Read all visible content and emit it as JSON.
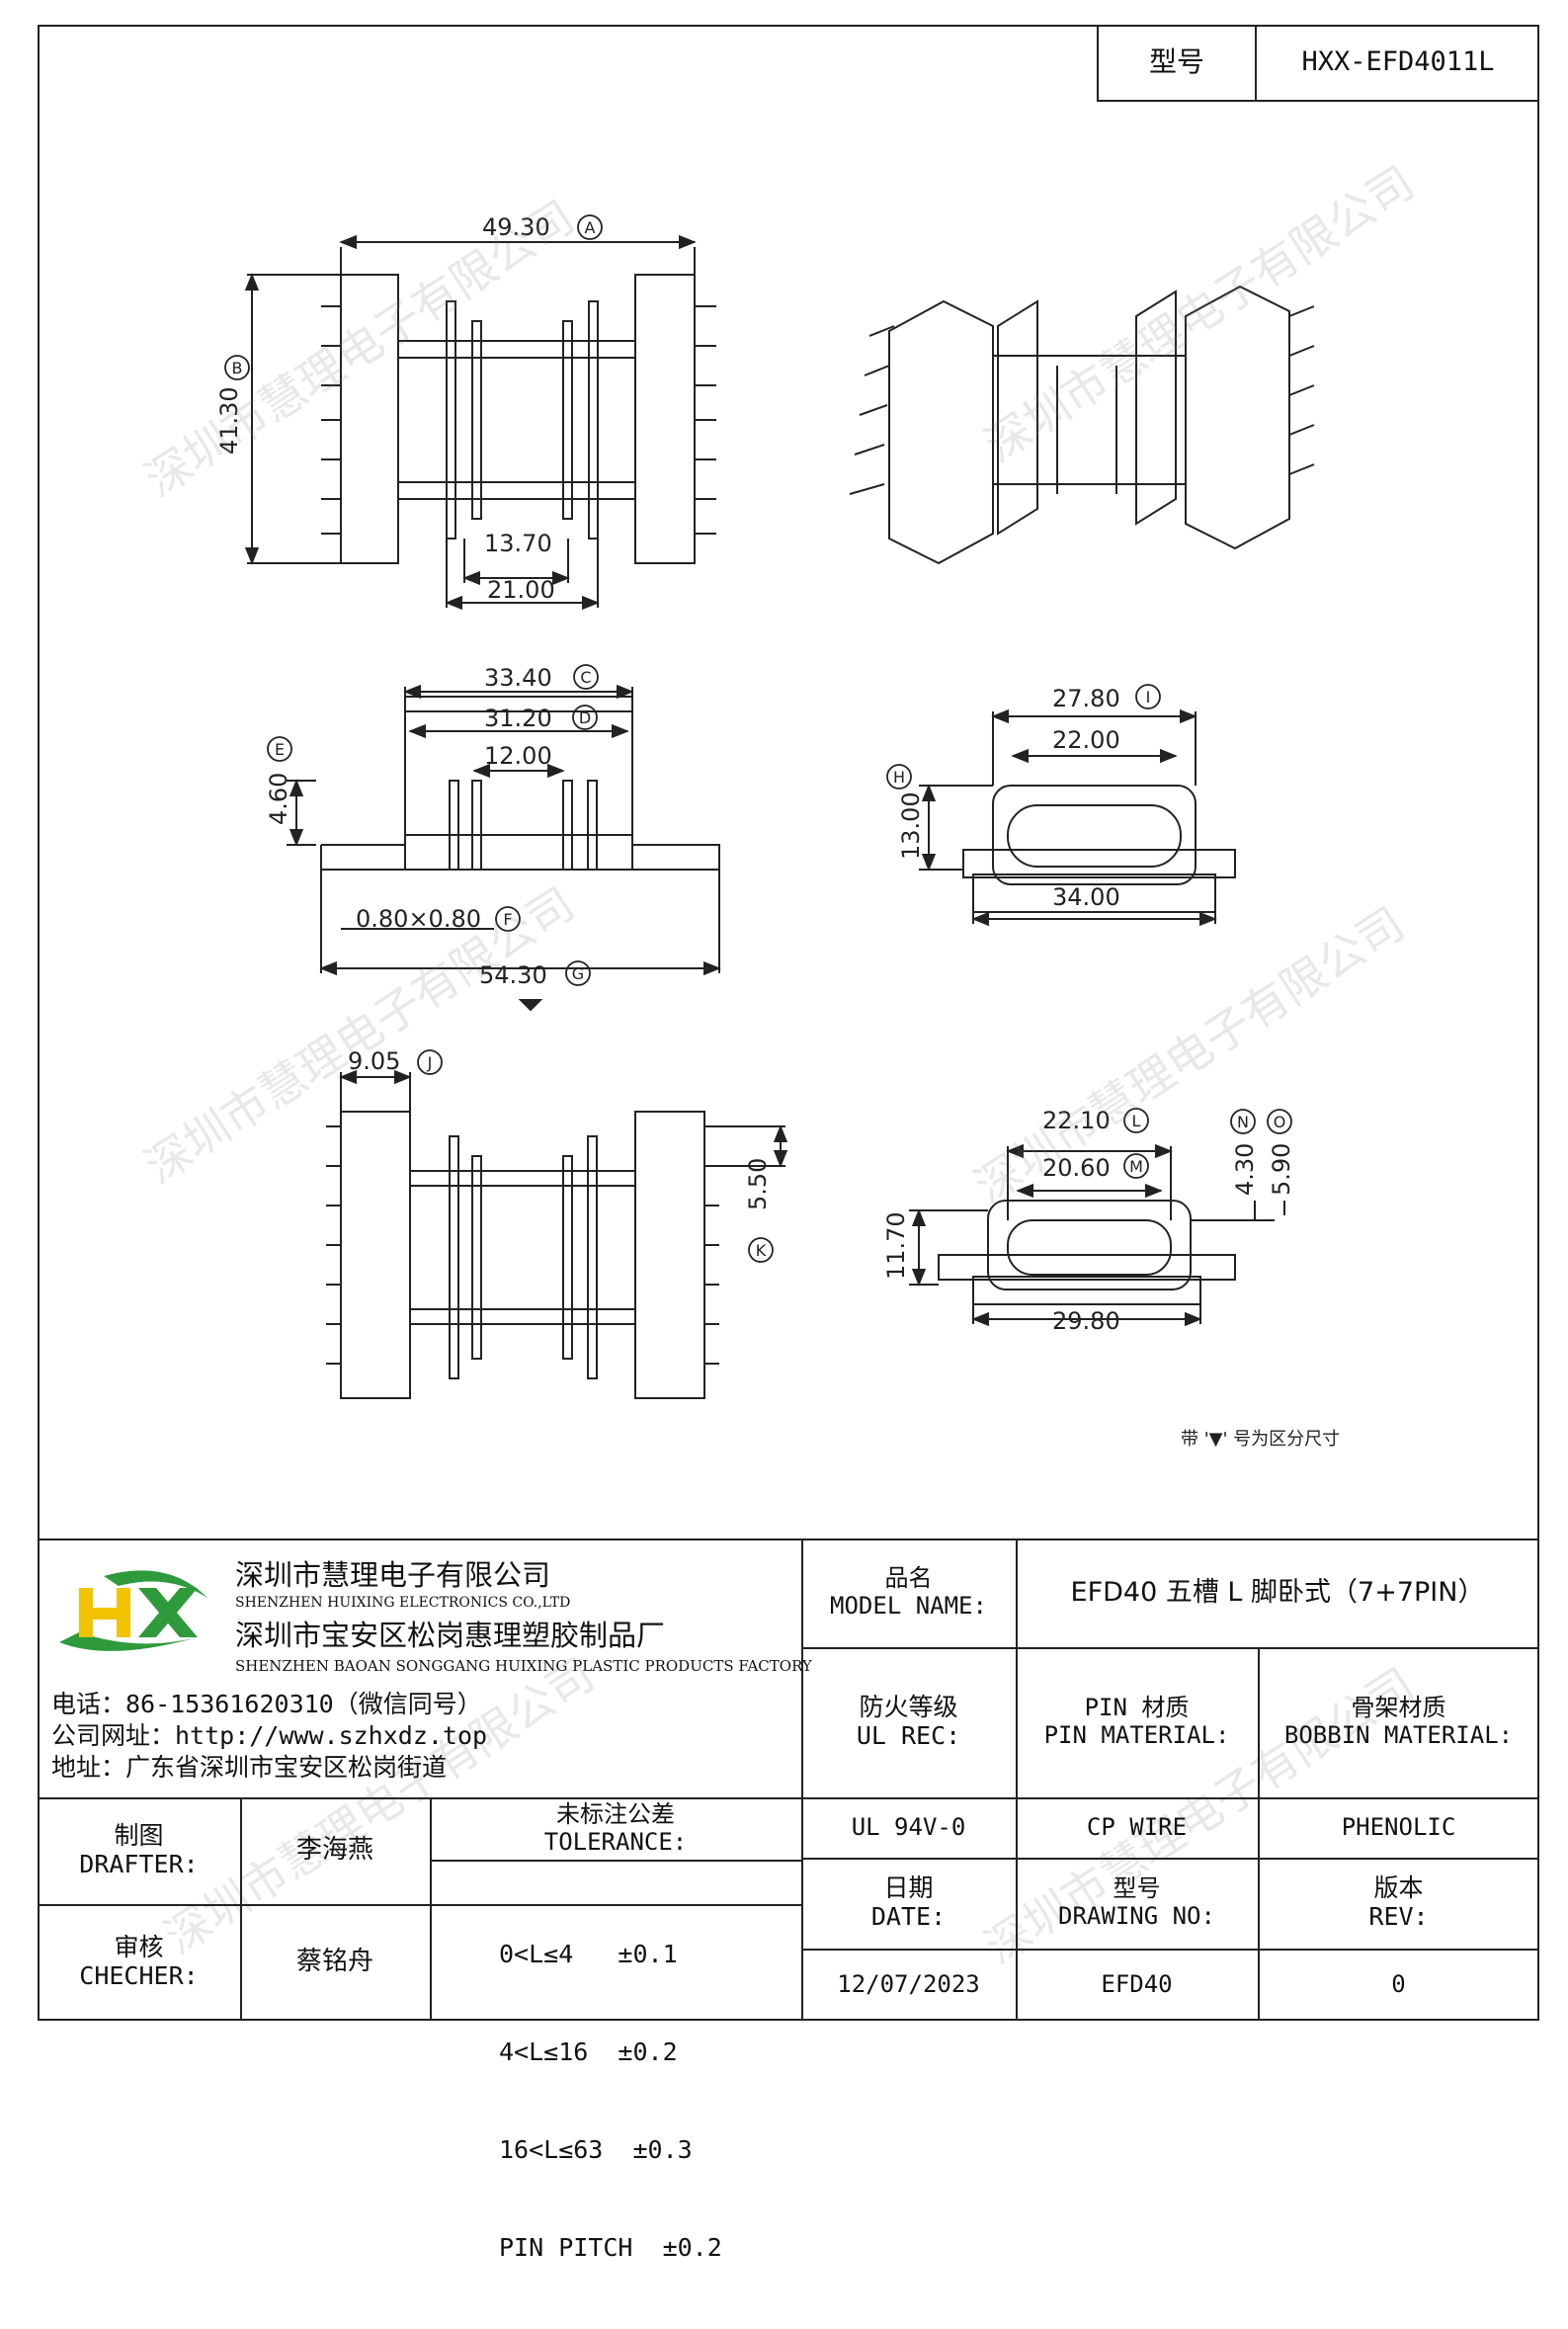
{
  "model_box": {
    "label": "型号",
    "value": "HXX-EFD4011L"
  },
  "dimensions": {
    "A": "49.30",
    "B": "41.30",
    "C": "33.40",
    "D": "31.20",
    "E": "4.60",
    "F": "0.80×0.80",
    "G": "54.30",
    "H": "13.00",
    "I": "27.80",
    "J": "9.05",
    "K": "5.50",
    "L": "22.10",
    "M": "20.60",
    "N": "4.30",
    "O": "5.90",
    "d1": "13.70",
    "d2": "21.00",
    "d3": "12.00",
    "d4": "22.00",
    "d5": "34.00",
    "d6": "11.70",
    "d7": "29.80"
  },
  "letters": [
    "A",
    "B",
    "C",
    "D",
    "E",
    "F",
    "G",
    "H",
    "I",
    "J",
    "K",
    "L",
    "M",
    "N",
    "O"
  ],
  "note": "带 '▼' 号为区分尺寸",
  "watermark": "深圳市慧理电子有限公司",
  "company": {
    "logo": "HX",
    "name1": "深圳市慧理电子有限公司",
    "name1_en": "SHENZHEN HUIXING ELECTRONICS CO.,LTD",
    "name2": "深圳市宝安区松岗惠理塑胶制品厂",
    "name2_en": "SHENZHEN BAOAN SONGGANG HUIXING PLASTIC PRODUCTS FACTORY",
    "phone": "电话：86-15361620310（微信同号）",
    "website": "公司网址：http://www.szhxdz.top",
    "address": "地址：广东省深圳市宝安区松岗街道"
  },
  "title_block": {
    "model_name_label_cn": "品名",
    "model_name_label_en": "MODEL NAME:",
    "model_name_value": "EFD40 五槽 L 脚卧式（7+7PIN）",
    "ul_label_cn": "防火等级",
    "ul_label_en": "UL REC:",
    "pin_label_cn": "PIN 材质",
    "pin_label_en": "PIN MATERIAL:",
    "bobbin_label_cn": "骨架材质",
    "bobbin_label_en": "BOBBIN MATERIAL:",
    "ul_value": "UL 94V-0",
    "pin_value": "CP WIRE",
    "bobbin_value": "PHENOLIC",
    "drafter_label_cn": "制图",
    "drafter_label_en": "DRAFTER:",
    "drafter_value": "李海燕",
    "checker_label_cn": "审核",
    "checker_label_en": "CHECHER:",
    "checker_value": "蔡铭舟",
    "tolerance_label_cn": "未标注公差",
    "tolerance_label_en": "TOLERANCE:",
    "tolerances": [
      "0<L≤4   ±0.1",
      "4<L≤16  ±0.2",
      "16<L≤63  ±0.3",
      "PIN PITCH  ±0.2"
    ],
    "date_label_cn": "日期",
    "date_label_en": "DATE:",
    "date_value": "12/07/2023",
    "drawing_no_label_cn": "型号",
    "drawing_no_label_en": "DRAWING NO:",
    "drawing_no_value": "EFD40",
    "rev_label_cn": "版本",
    "rev_label_en": "REV:",
    "rev_value": "0"
  },
  "colors": {
    "logo_green": "#2e9a3c",
    "logo_yellow": "#f2c300",
    "line": "#222222"
  }
}
